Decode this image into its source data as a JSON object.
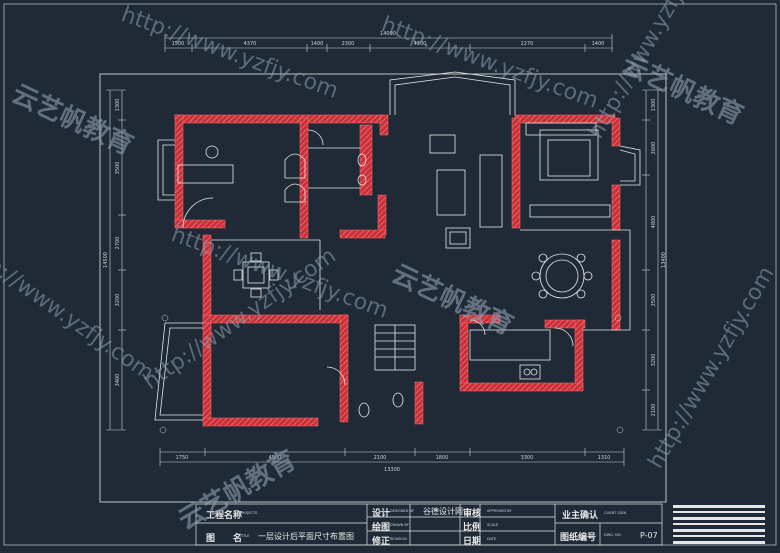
{
  "drawing": {
    "dims_top_total": "14090",
    "dims_top": [
      "1500",
      "4370",
      "1400",
      "2300",
      "4100",
      "2270",
      "1400"
    ],
    "dims_bottom_total": "13300",
    "dims_bottom": [
      "1750",
      "4500",
      "2100",
      "1800",
      "3300",
      "1310"
    ],
    "dims_left_total": "14500",
    "dims_left": [
      "1300",
      "3500",
      "2700",
      "3200",
      "3400"
    ],
    "dims_right_total": "13400",
    "dims_right": [
      "1300",
      "2600",
      "4800",
      "2500",
      "3200",
      "2100"
    ]
  },
  "title_block": {
    "project_label": "工程名称",
    "project_label_en": "PROJECTS",
    "drawing_label": "图　　名",
    "drawing_label_en": "TITLE",
    "drawing_name": "一层设计后平面尺寸布置图",
    "design_label": "设计",
    "design_label_en": "DESIGNED BY",
    "designer": "谷德设计网",
    "review_label": "审核",
    "review_label_en": "APPROVED BY",
    "draw_label": "绘图",
    "draw_label_en": "DRAWN BY",
    "scale_label": "比例",
    "scale_label_en": "SCALE",
    "revise_label": "修正",
    "revise_label_en": "REVISION",
    "date_label": "日期",
    "date_label_en": "DATE",
    "client_label": "业主确认",
    "client_label_en": "CLIENT SIGN",
    "drawing_no_label": "图纸编号",
    "drawing_no_label_en": "DWG. NO.",
    "drawing_no": "P-07"
  },
  "watermarks": [
    "http://www.yzfjy.com",
    "云艺帆教育"
  ],
  "colors": {
    "background": "#1f2a36",
    "wall": "#c8313a",
    "line": "#e6e6e6",
    "dim": "#d0d0d0",
    "watermark": "#8da0b3"
  }
}
